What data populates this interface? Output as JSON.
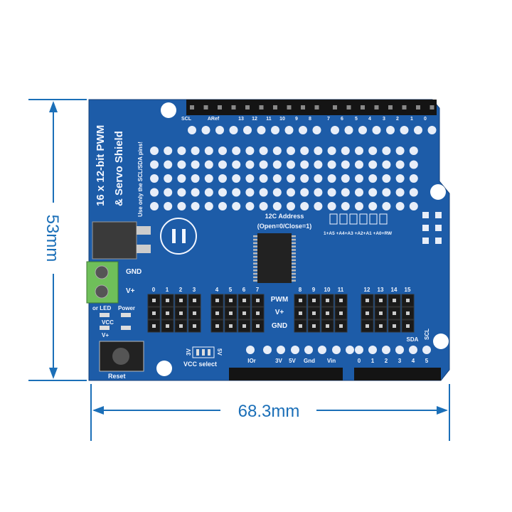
{
  "dimensions": {
    "height_label": "53mm",
    "width_label": "68.3mm",
    "line_color": "#1b6fb8"
  },
  "board": {
    "color": "#1d5ca8",
    "title_line1": "16 x 12-bit PWM",
    "title_line2": "& Servo Shield",
    "note": "Use only the SCL/SDA pins!",
    "top_pin_labels": [
      "SCL",
      "ARef",
      "13",
      "12",
      "11",
      "10",
      "9",
      "8",
      "7",
      "6",
      "5",
      "4",
      "3",
      "2",
      "1",
      "0"
    ],
    "i2c_title": "12C Address",
    "i2c_subtitle": "(Open=0/Close=1)",
    "address_labels": "1+A5 +A4+A3 +A2+A1 +A0+RW",
    "terminal_labels": [
      "GND",
      "V+"
    ],
    "led_labels": [
      "or LED",
      "Power",
      "VCC",
      "V+"
    ],
    "channel_labels": [
      "0",
      "1",
      "2",
      "3",
      "4",
      "5",
      "6",
      "7",
      "8",
      "9",
      "10",
      "11",
      "12",
      "13",
      "14",
      "15"
    ],
    "row_labels": [
      "PWM",
      "V+",
      "GND"
    ],
    "vcc_select": {
      "left": "3V",
      "right": "5V",
      "caption": "VCC select"
    },
    "power_pin_labels": [
      "IOr",
      "3V",
      "5V",
      "Gnd",
      "Vin"
    ],
    "analog_pin_labels": [
      "0",
      "1",
      "2",
      "3",
      "4",
      "5"
    ],
    "i2c_pin_labels": [
      "SDA",
      "SCL"
    ],
    "reset_label": "Reset"
  }
}
